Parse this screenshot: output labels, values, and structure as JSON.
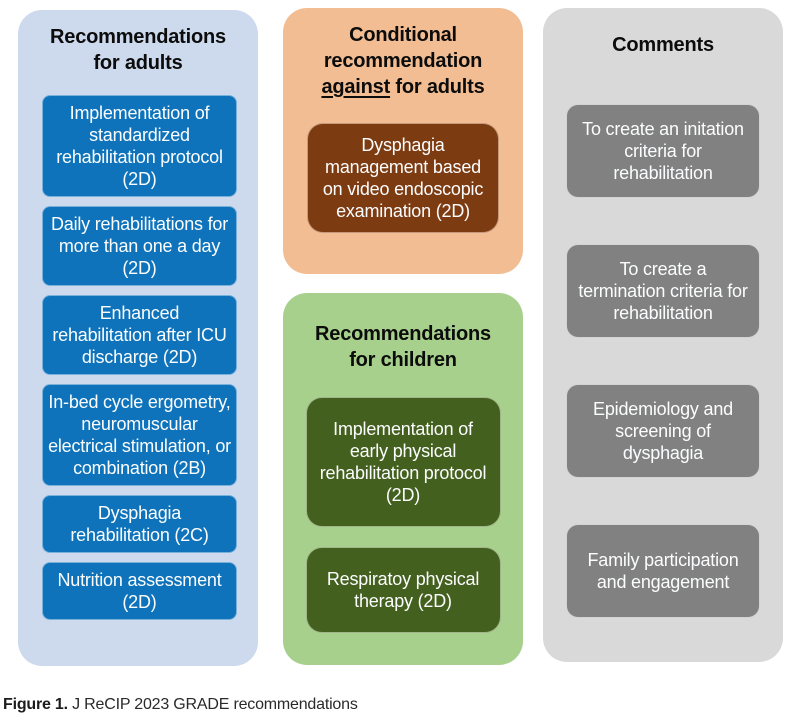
{
  "figure": {
    "caption_label": "Figure 1.",
    "caption_text": " J ReCIP 2023 GRADE recommendations"
  },
  "colors": {
    "adults_panel": "#cdd9ec",
    "adults_box": "#0e73ba",
    "against_panel": "#f2bd92",
    "against_box": "#7d3b12",
    "children_panel": "#a7d08d",
    "children_box": "#44601f",
    "comments_panel": "#d9d9d9",
    "comments_box": "#818181"
  },
  "columns": {
    "adults": {
      "title": "Recommendations for adults",
      "items": [
        "Implementation of standardized rehabilitation protocol (2D)",
        "Daily rehabilitations for more than one a day (2D)",
        "Enhanced rehabilitation after ICU discharge (2D)",
        "In-bed cycle ergometry, neuromuscular electrical stimulation, or combination (2B)",
        "Dysphagia rehabilitation (2C)",
        "Nutrition assessment (2D)"
      ]
    },
    "against": {
      "title_prefix": "Conditional recommendation ",
      "title_underlined": "against",
      "title_suffix": " for adults",
      "items": [
        "Dysphagia management based on video endoscopic examination (2D)"
      ]
    },
    "children": {
      "title": "Recommendations for children",
      "items": [
        "Implementation of early physical rehabilitation protocol (2D)",
        "Respiratoy physical therapy (2D)"
      ]
    },
    "comments": {
      "title": "Comments",
      "items": [
        "To create an initation criteria for rehabilitation",
        "To create a termination criteria for rehabilitation",
        "Epidemiology and screening of dysphagia",
        "Family participation and engagement"
      ]
    }
  }
}
